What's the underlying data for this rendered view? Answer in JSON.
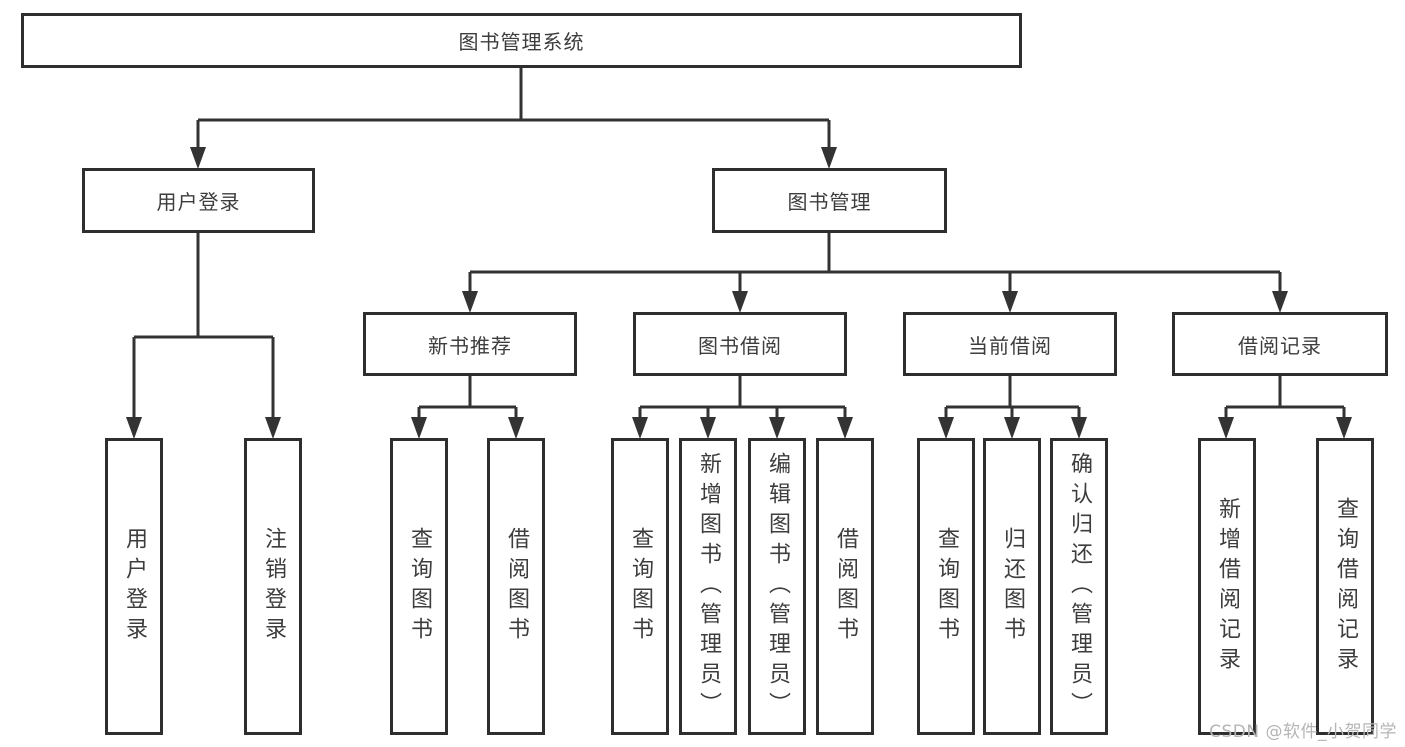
{
  "diagram_type": "hierarchy-tree",
  "colors": {
    "background": "#ffffff",
    "box_border": "#2e2e2e",
    "connector_line": "#333333",
    "text": "#3d3d3d",
    "watermark": "#b5b5b5"
  },
  "tree": {
    "label": "图书管理系统",
    "children": [
      {
        "label": "用户登录",
        "children": [
          {
            "label": "用户登录"
          },
          {
            "label": "注销登录"
          }
        ]
      },
      {
        "label": "图书管理",
        "children": [
          {
            "label": "新书推荐",
            "children": [
              {
                "label": "查询图书"
              },
              {
                "label": "借阅图书"
              }
            ]
          },
          {
            "label": "图书借阅",
            "children": [
              {
                "label": "查询图书"
              },
              {
                "label": "新增图书（管理员）"
              },
              {
                "label": "编辑图书（管理员）"
              },
              {
                "label": "借阅图书"
              }
            ]
          },
          {
            "label": "当前借阅",
            "children": [
              {
                "label": "查询图书"
              },
              {
                "label": "归还图书"
              },
              {
                "label": "确认归还（管理员）"
              }
            ]
          },
          {
            "label": "借阅记录",
            "children": [
              {
                "label": "新增借阅记录"
              },
              {
                "label": "查询借阅记录"
              }
            ]
          }
        ]
      }
    ]
  },
  "watermark": {
    "text": "CSDN @软件_小贺同学"
  }
}
